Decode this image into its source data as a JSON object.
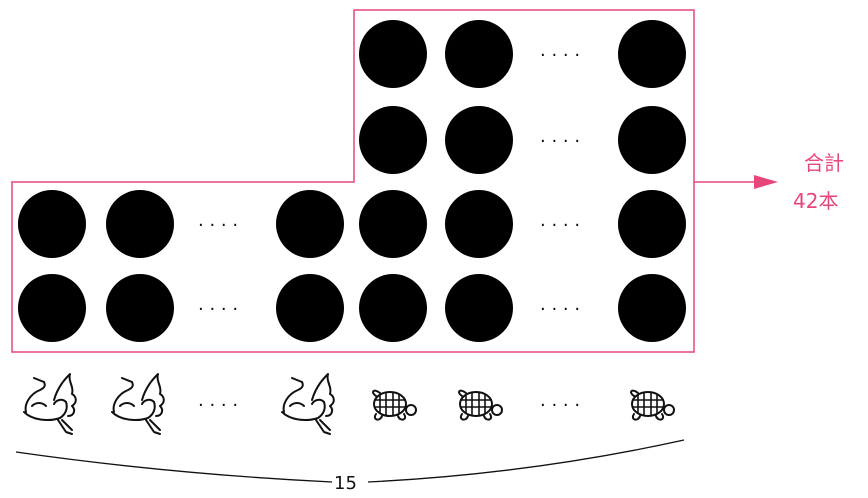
{
  "colors": {
    "outline": "#e8467a",
    "accent": "#e8467a",
    "dot": "#000000",
    "ink": "#111111"
  },
  "result_label": {
    "line1": "合計",
    "line2": "42本"
  },
  "count_label": "15",
  "ellipsis": ". . . .",
  "icons": {
    "crane": "crane-icon",
    "turtle": "turtle-icon"
  },
  "legs_per_animal": {
    "crane": 2,
    "turtle": 4
  }
}
